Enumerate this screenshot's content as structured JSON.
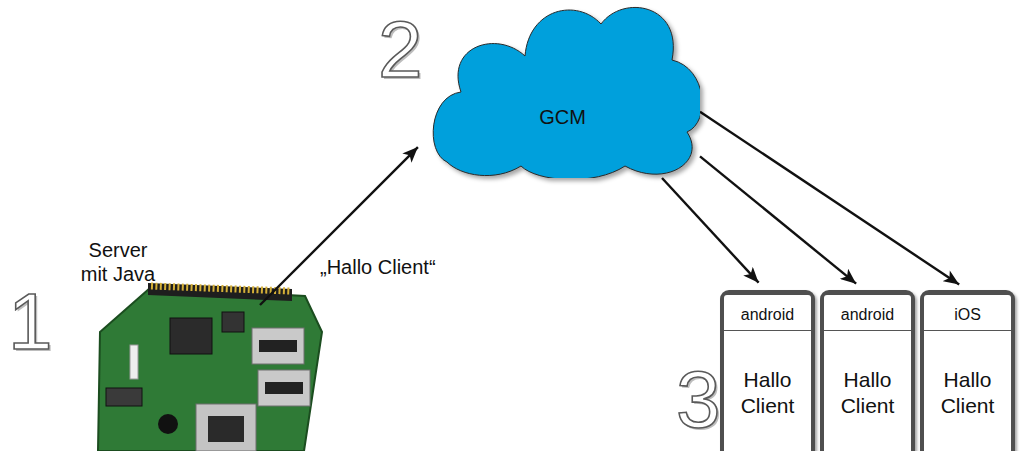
{
  "diagram": {
    "nodes": [
      {
        "text": [
          "Server mit Java"
        ]
      },
      {
        "text": [
          "GCM"
        ]
      },
      {
        "text": [
          "android",
          "Hallo Client"
        ]
      },
      {
        "text": [
          "android",
          "Hallo Client"
        ]
      },
      {
        "text": [
          "iOS",
          "Hallo Client"
        ]
      }
    ],
    "edges": [
      {
        "from": 0,
        "to": 1,
        "arrow": "to",
        "label": "„Hallo Client“"
      },
      {
        "from": 1,
        "to": 2,
        "arrow": "to"
      },
      {
        "from": 1,
        "to": 3,
        "arrow": "to"
      },
      {
        "from": 1,
        "to": 4,
        "arrow": "to"
      }
    ],
    "labels": [
      "1",
      "2",
      "3"
    ]
  }
}
